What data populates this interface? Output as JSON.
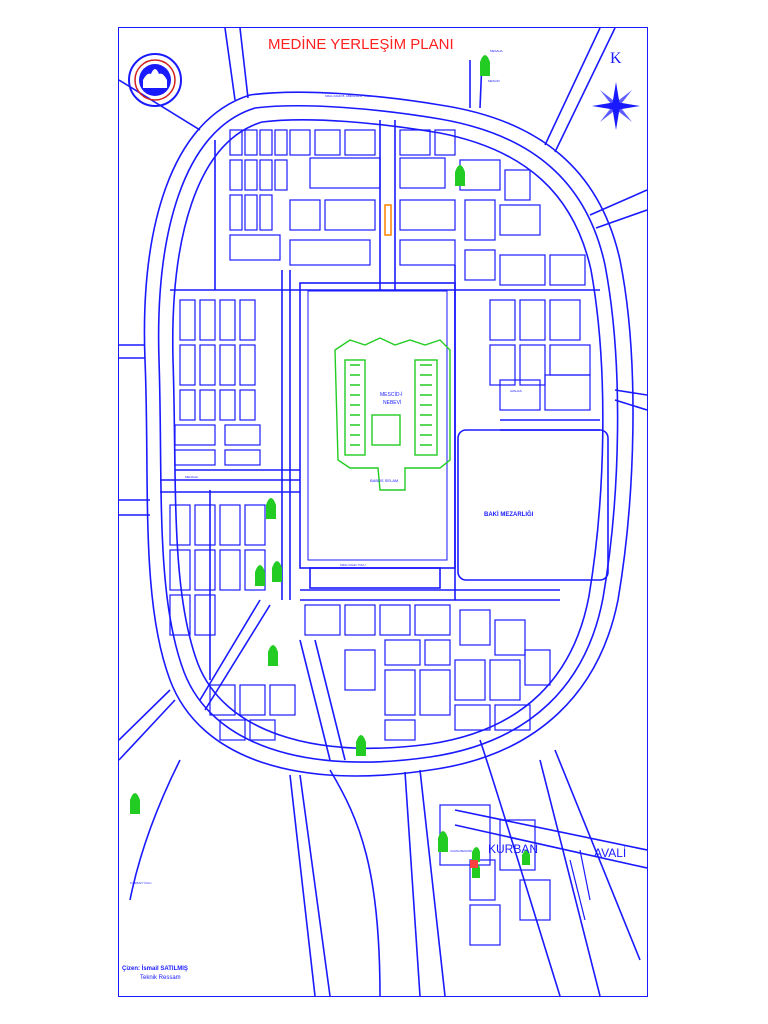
{
  "map": {
    "title": "MEDİNE YERLEŞİM PLANI",
    "north_label": "K",
    "labels": {
      "baki": "BAKİ MEZARLIĞI",
      "kurban": "KURBAN",
      "avali": "AVALİ",
      "mescid_line1": "MESCİD-İ",
      "mescid_line2": "NEBEVİ",
      "mescid_line3": "BABÜS SELAM"
    },
    "credit": {
      "author": "Çizen: İsmail SATILMIŞ",
      "role": "Teknik Ressam"
    },
    "colors": {
      "roads": "#1a1aff",
      "mosques": "#22cc22",
      "title": "#ff2020"
    }
  }
}
